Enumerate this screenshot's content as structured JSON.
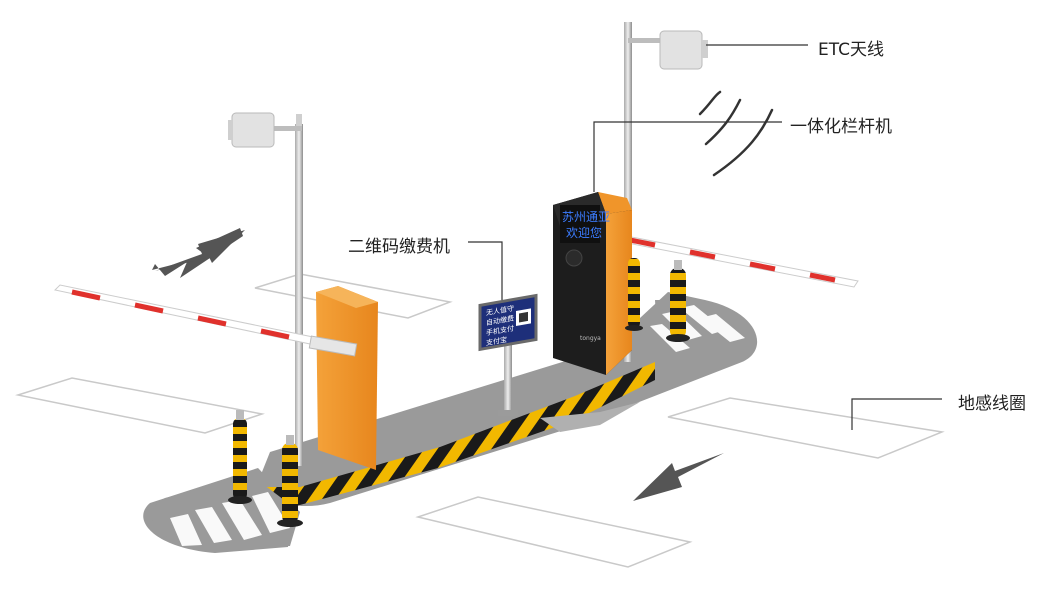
{
  "labels": {
    "etc_antenna": "ETC天线",
    "integrated_barrier": "一体化栏杆机",
    "qr_payment": "二维码缴费机",
    "ground_loop": "地感线圈"
  },
  "barrier_display": {
    "line1": "苏州通亚",
    "line2": "欢迎您"
  },
  "payment_screen": {
    "line1": "无人值守",
    "line2": "自动缴费",
    "line3": "手机支付",
    "line4": "支付宝"
  },
  "brand_mark": "tongya",
  "colors": {
    "island": "#9a9a9a",
    "island_dark": "#8a8a8a",
    "hazard_yellow": "#f2b800",
    "hazard_black": "#1a1a1a",
    "cabinet_orange": "#f0952a",
    "cabinet_black": "#1d1d1d",
    "arrow": "#555555",
    "boom_red": "#e0312c",
    "led_blue": "#3c7cff"
  },
  "icons": [
    "left-arrow-icon",
    "right-arrow-icon",
    "signal-wave-icon"
  ]
}
